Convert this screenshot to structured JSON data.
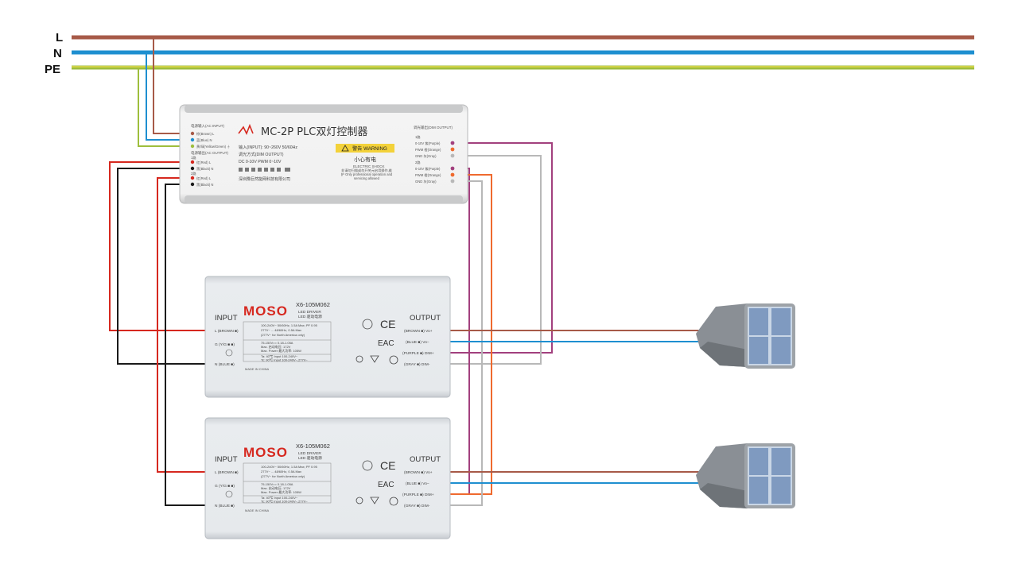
{
  "bus": {
    "lines": [
      {
        "label": "L",
        "color": "#a75a48"
      },
      {
        "label": "N",
        "color": "#1e8fd0"
      },
      {
        "label": "PE",
        "color": "#9ebe3c",
        "stripe": "#e2d84c"
      }
    ]
  },
  "controller": {
    "title": "MC-2P PLC双灯控制器",
    "input_label": "输入(INPUT): 90~260V   50/60Hz",
    "output_label": "调光方式(DIM OUTPUT)",
    "dim_spec": "DC 0-10V  PWM 0~10V",
    "company": "深圳豫巨然能网科技有限公司",
    "left_header_in": "电源输入(AC INPUT)",
    "left_header_out": "电源输出(AC OUTPUT)",
    "left_terminals": [
      "棕(Brown)  L",
      "蓝(Blue)  N",
      "黄/绿(Yellow/Green)  ⏚",
      "1路",
      "红(Red)  L",
      "黑(Black)  N",
      "2路",
      "红(Red)  L",
      "黑(Black)  N"
    ],
    "warning_title": "警告 WARNING",
    "warning_cn": "小心有电",
    "warning_en": "ELECTRIC SHOCK",
    "warning_note": "非请勿扫描或勿开关元启用操作,维护 Only professional operation and servicing allowed",
    "right_header": "调光输出(DIM OUTPUT)",
    "right_terminals": [
      "1路",
      "0-10V  紫(Purple)",
      "PWM  橙(Orange)",
      "GND  灰(Gray)",
      "2路",
      "0-10V  紫(Purple)",
      "PWM  橙(Orange)",
      "GND  灰(Gray)"
    ]
  },
  "drivers": [
    {
      "brand": "MOSO",
      "model": "X6-105M062",
      "subtitle": "LED DRIVER",
      "subtitle_cn": "LED 驱动电源",
      "input_title": "INPUT",
      "output_title": "OUTPUT",
      "in_terminals": [
        "L   (BROWN ■)",
        "G  (Y/G ■ ■)",
        "N   (BLUE ■)"
      ],
      "out_terminals": [
        "(BROWN ■) Vo+",
        "(BLUE ■)  Vo−",
        "(PURPLE ■) DIM+",
        "(GRAY ■)  DIM-"
      ],
      "spec_lines": [
        "100-240V~ 50/60Hz, 1.5A Max; PF 0.95",
        "277V~ ... 48/60Hz, 0.5A Max",
        "(277V~ for North America only)",
        "75-150V== 0.18-1.05A",
        "Max. 启动电压: 172V",
        "Max. Power 最大功率: 105W",
        "Ta: 40℃ Input 100-240V~",
        "Tc: 90℃ Input 100-240V~,277V~"
      ],
      "made": "MADE IN CHINA"
    },
    {
      "brand": "MOSO",
      "model": "X6-105M062",
      "subtitle": "LED DRIVER",
      "subtitle_cn": "LED 驱动电源",
      "input_title": "INPUT",
      "output_title": "OUTPUT",
      "in_terminals": [
        "L   (BROWN ■)",
        "G  (Y/G ■ ■)",
        "N   (BLUE ■)"
      ],
      "out_terminals": [
        "(BROWN ■) Vo+",
        "(BLUE ■)  Vo−",
        "(PURPLE ■) DIM+",
        "(GRAY ■)  DIM-"
      ],
      "spec_lines": [
        "100-240V~ 50/60Hz, 1.5A Max; PF 0.95",
        "277V~ ... 48/60Hz, 0.5A Max",
        "(277V~ for North America only)",
        "75-150V== 0.18-1.05A",
        "Max. 启动电压: 172V",
        "Max. Power 最大功率: 105W",
        "Ta: 40℃ Input 100-240V~",
        "Tc: 90℃ Input 100-240V~,277V~"
      ],
      "made": "MADE IN CHINA"
    }
  ],
  "wire_colors": {
    "red": "#d6281f",
    "black": "#1a1a1a",
    "purple": "#a2407e",
    "orange": "#ef6a2e",
    "gray": "#b8b8b8",
    "brown": "#a75a48",
    "blue": "#1e8fd0",
    "yg": "#9ebe3c"
  },
  "icons": [
    "lamp-icon",
    "lamp-icon"
  ]
}
